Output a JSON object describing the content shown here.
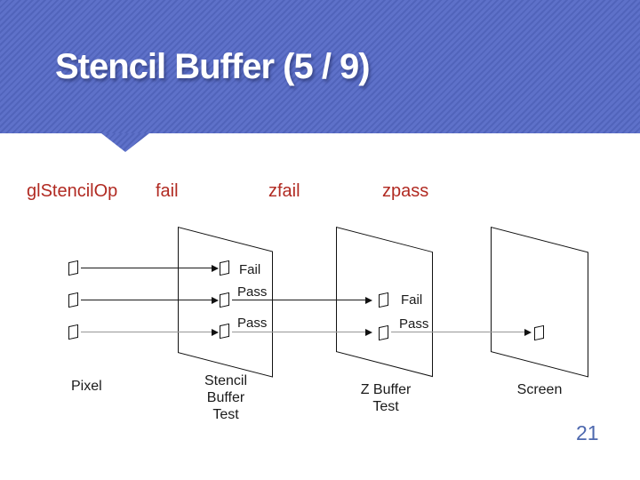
{
  "header": {
    "title": "Stencil Buffer (5 / 9)"
  },
  "params": {
    "func": "glStencilOp",
    "arg1": "fail",
    "arg2": "zfail",
    "arg3": "zpass"
  },
  "diagram": {
    "pixel_caption": "Pixel",
    "stencil": {
      "results": [
        "Fail",
        "Pass",
        "Pass"
      ],
      "caption_lines": [
        "Stencil",
        "Buffer",
        "Test"
      ]
    },
    "zbuffer": {
      "results": [
        "Fail",
        "Pass"
      ],
      "caption_lines": [
        "Z Buffer",
        "Test"
      ]
    },
    "screen": {
      "caption": "Screen"
    }
  },
  "footer": {
    "page_number": "21"
  },
  "colors": {
    "header_blue": "#5e71c9",
    "header_stripe": "#5164bb",
    "param_red": "#b12a22",
    "page_blue": "#4d68ae",
    "line_black": "#1a1a1a",
    "line_gray": "#969696"
  }
}
